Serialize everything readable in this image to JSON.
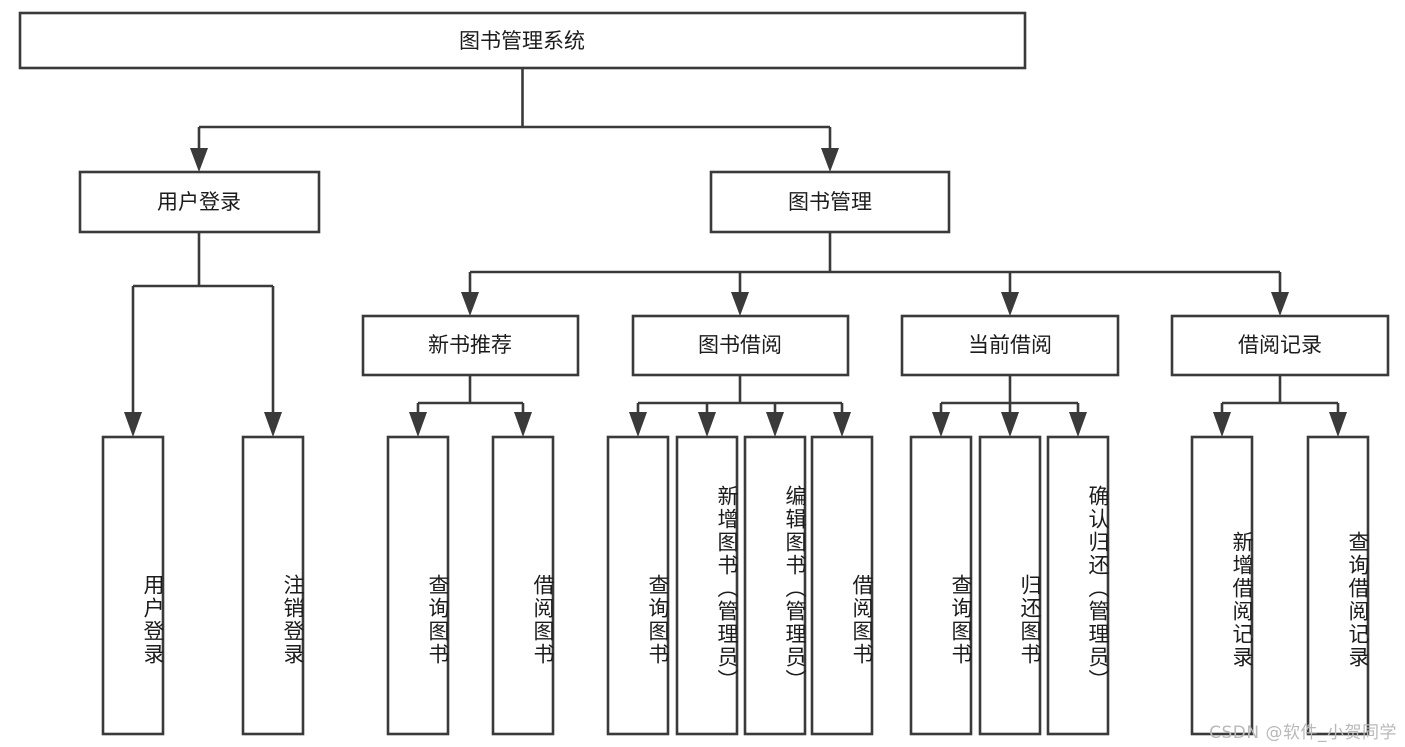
{
  "diagram": {
    "type": "tree",
    "title_node": {
      "label": "图书管理系统"
    },
    "level2": [
      {
        "label": "用户登录"
      },
      {
        "label": "图书管理"
      }
    ],
    "level3": [
      {
        "label": "新书推荐"
      },
      {
        "label": "图书借阅"
      },
      {
        "label": "当前借阅"
      },
      {
        "label": "借阅记录"
      }
    ],
    "leaves": {
      "user_login": [
        {
          "label": "用户登录"
        },
        {
          "label": "注销登录"
        }
      ],
      "new_book_recommend": [
        {
          "label": "查询图书"
        },
        {
          "label": "借阅图书"
        }
      ],
      "book_borrow": [
        {
          "label": "查询图书"
        },
        {
          "label": "新增图书（管理员）"
        },
        {
          "label": "编辑图书（管理员）"
        },
        {
          "label": "借阅图书"
        }
      ],
      "current_borrow": [
        {
          "label": "查询图书"
        },
        {
          "label": "归还图书"
        },
        {
          "label": "确认归还（管理员）"
        }
      ],
      "borrow_records": [
        {
          "label": "新增借阅记录"
        },
        {
          "label": "查询借阅记录"
        }
      ]
    }
  },
  "watermark": {
    "text": "CSDN @软件_小贺同学"
  },
  "colors": {
    "stroke": "#3a3a3a",
    "text": "#1c1c1c",
    "background": "#ffffff",
    "watermark": "#b9b9b9"
  }
}
